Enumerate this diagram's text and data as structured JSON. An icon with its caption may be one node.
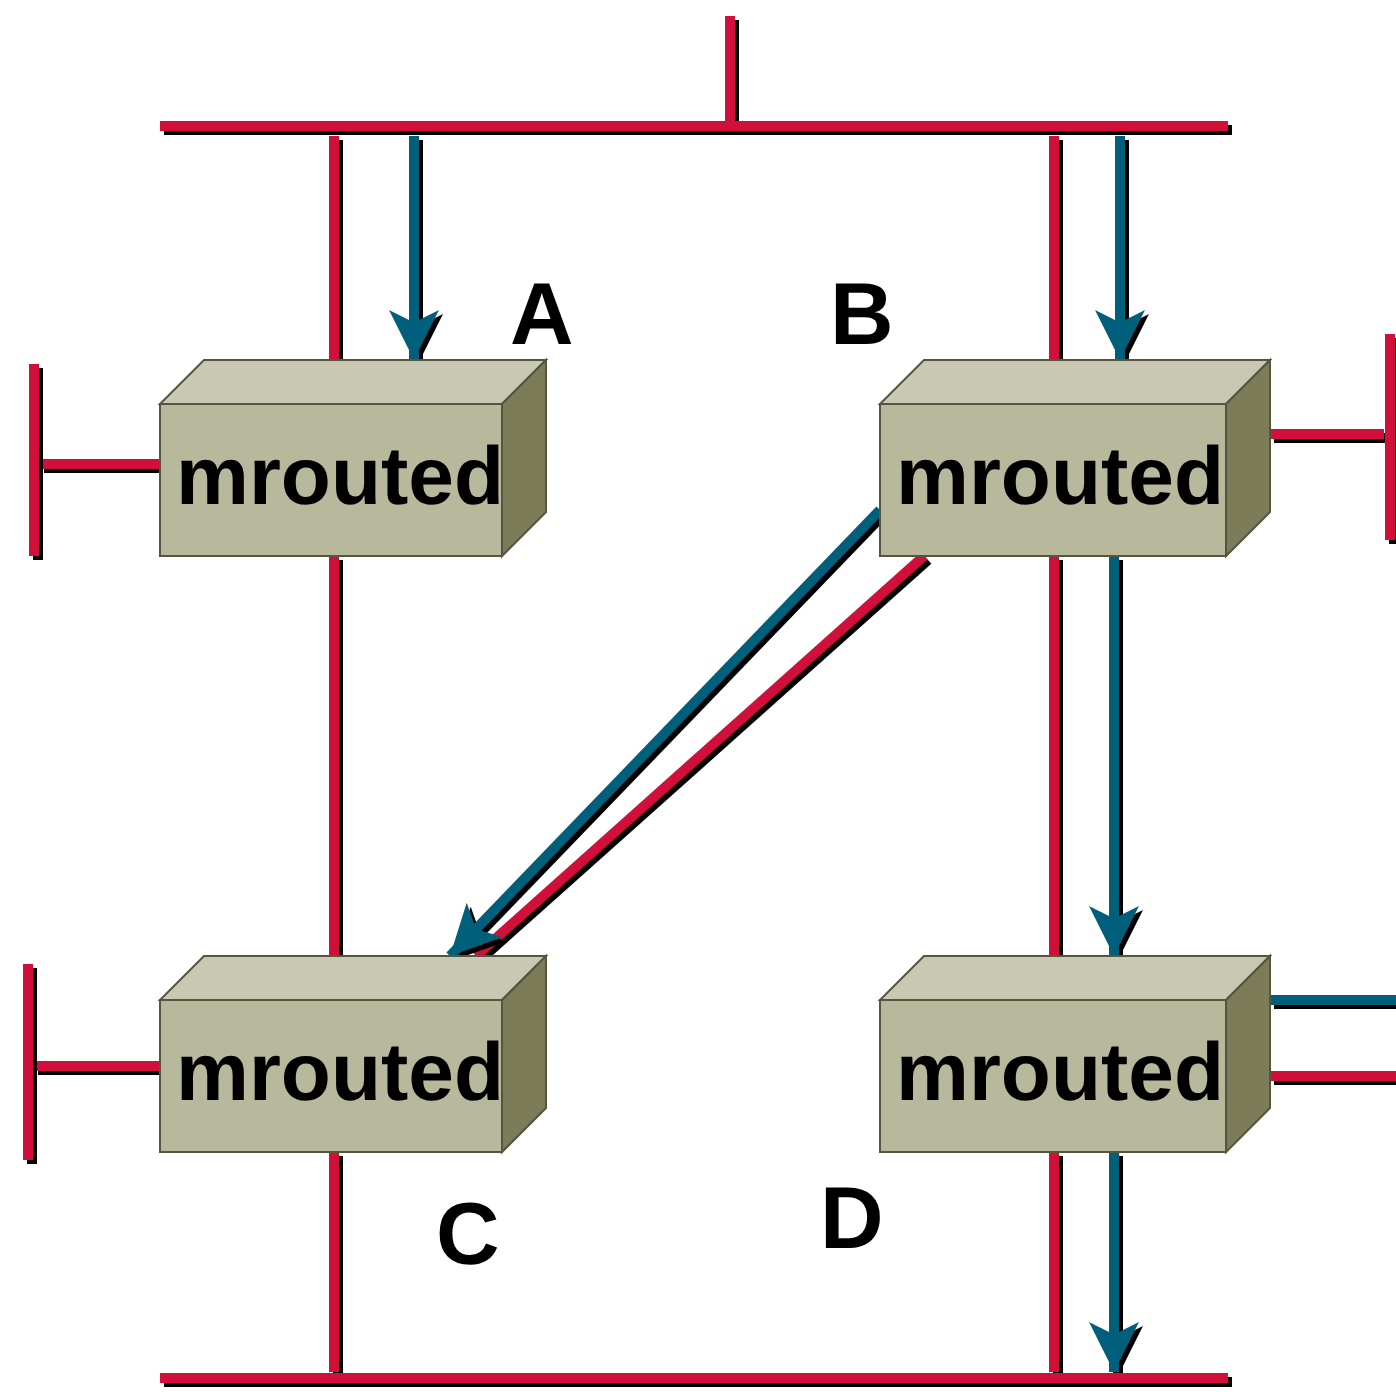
{
  "diagram": {
    "nodes": [
      {
        "text": [
          "mrouted"
        ],
        "beside": [
          "A"
        ]
      },
      {
        "text": [
          "mrouted"
        ],
        "beside": [
          "B"
        ]
      },
      {
        "text": [
          "mrouted"
        ],
        "beside": [
          "C"
        ]
      },
      {
        "text": [
          "mrouted"
        ],
        "beside": [
          "D"
        ]
      },
      {
        "text": [],
        "shape": "bar"
      },
      {
        "text": [],
        "shape": "bar"
      },
      {
        "text": [],
        "shape": "bar"
      },
      {
        "text": [],
        "shape": "bar"
      },
      {
        "text": [],
        "shape": "bar"
      }
    ],
    "edges": [
      {
        "from": 4,
        "to": 0,
        "arrow": "none"
      },
      {
        "from": 4,
        "to": 1,
        "arrow": "none"
      },
      {
        "from": 0,
        "to": 2,
        "arrow": "none"
      },
      {
        "from": 1,
        "to": 3,
        "arrow": "none"
      },
      {
        "from": 2,
        "to": 5,
        "arrow": "none"
      },
      {
        "from": 3,
        "to": 5,
        "arrow": "none"
      },
      {
        "from": 1,
        "to": 2,
        "arrow": "none"
      },
      {
        "from": 0,
        "to": 6,
        "arrow": "none"
      },
      {
        "from": 1,
        "to": 7,
        "arrow": "none"
      },
      {
        "from": 2,
        "to": 8,
        "arrow": "none"
      },
      {
        "from": 3,
        "to": null,
        "arrow": "none"
      },
      {
        "from": 3,
        "to": null,
        "arrow": "none",
        "color": "#005f7a"
      },
      {
        "from": 4,
        "to": 0,
        "arrow": "to",
        "color": "#005f7a"
      },
      {
        "from": 4,
        "to": 1,
        "arrow": "to",
        "color": "#005f7a"
      },
      {
        "from": 1,
        "to": 2,
        "arrow": "to",
        "color": "#005f7a"
      },
      {
        "from": 1,
        "to": 3,
        "arrow": "to",
        "color": "#005f7a"
      },
      {
        "from": 3,
        "to": 5,
        "arrow": "to",
        "color": "#005f7a"
      }
    ]
  }
}
